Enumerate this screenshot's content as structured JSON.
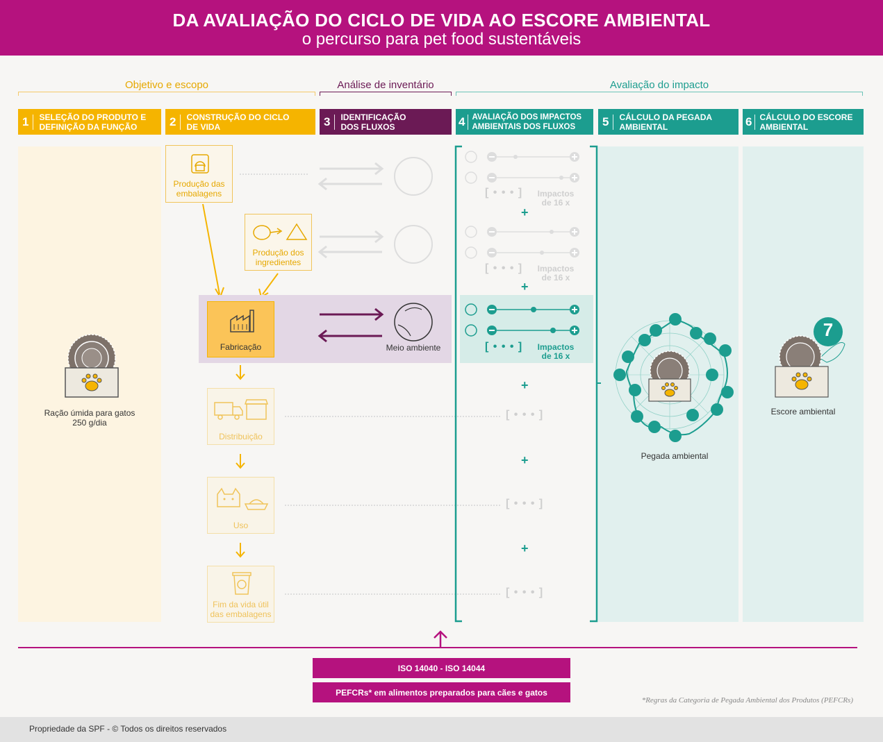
{
  "header": {
    "title": "DA AVALIAÇÃO DO CICLO DE VIDA AO ESCORE AMBIENTAL",
    "subtitle": "o percurso para pet food sustentáveis"
  },
  "phases": {
    "goal": "Objetivo e escopo",
    "inventory": "Análise de inventário",
    "impact": "Avaliação do impacto"
  },
  "steps": [
    {
      "num": "1",
      "label": "SELEÇÃO DO PRODUTO E DEFINIÇÃO DA FUNÇÃO"
    },
    {
      "num": "2",
      "label": "CONSTRUÇÃO DO CICLO DE VIDA"
    },
    {
      "num": "3",
      "label": "IDENTIFICAÇÃO DOS FLUXOS"
    },
    {
      "num": "4",
      "label": "AVALIAÇÃO DOS IMPACTOS AMBIENTAIS DOS FLUXOS"
    },
    {
      "num": "5",
      "label": "CÁLCULO DA PEGADA AMBIENTAL"
    },
    {
      "num": "6",
      "label": "CÁLCULO DO ESCORE AMBIENTAL"
    }
  ],
  "product": {
    "label_line1": "Ração úmida para gatos",
    "label_line2": "250 g/dia"
  },
  "lifecycle": {
    "packaging": "Produção das embalagens",
    "ingredients": "Produção dos ingredientes",
    "manufacturing": "Fabricação",
    "distribution": "Distribuição",
    "use": "Uso",
    "end_of_life": "Fim da vida útil das embalagens"
  },
  "environment": "Meio ambiente",
  "impacts": {
    "label_line1": "Impactos",
    "label_line2": "de 16 x",
    "bracket": "[ • • • ]"
  },
  "plus": "+",
  "footprint_label": "Pegada ambiental",
  "score": {
    "value": "7",
    "label": "Escore ambiental"
  },
  "iso": {
    "line1": "ISO 14040 -  ISO 14044",
    "line2": "PEFCRs* em alimentos preparados para cães e gatos"
  },
  "footnote": "*Regras da Categoria de Pegada Ambiental dos Produtos (PEFCRs)",
  "footer": "Propriedade da SPF - © Todos os direitos reservados",
  "colors": {
    "magenta": "#b5127e",
    "yellow": "#f5b400",
    "purple": "#6b1a55",
    "teal": "#1c9d8f"
  }
}
